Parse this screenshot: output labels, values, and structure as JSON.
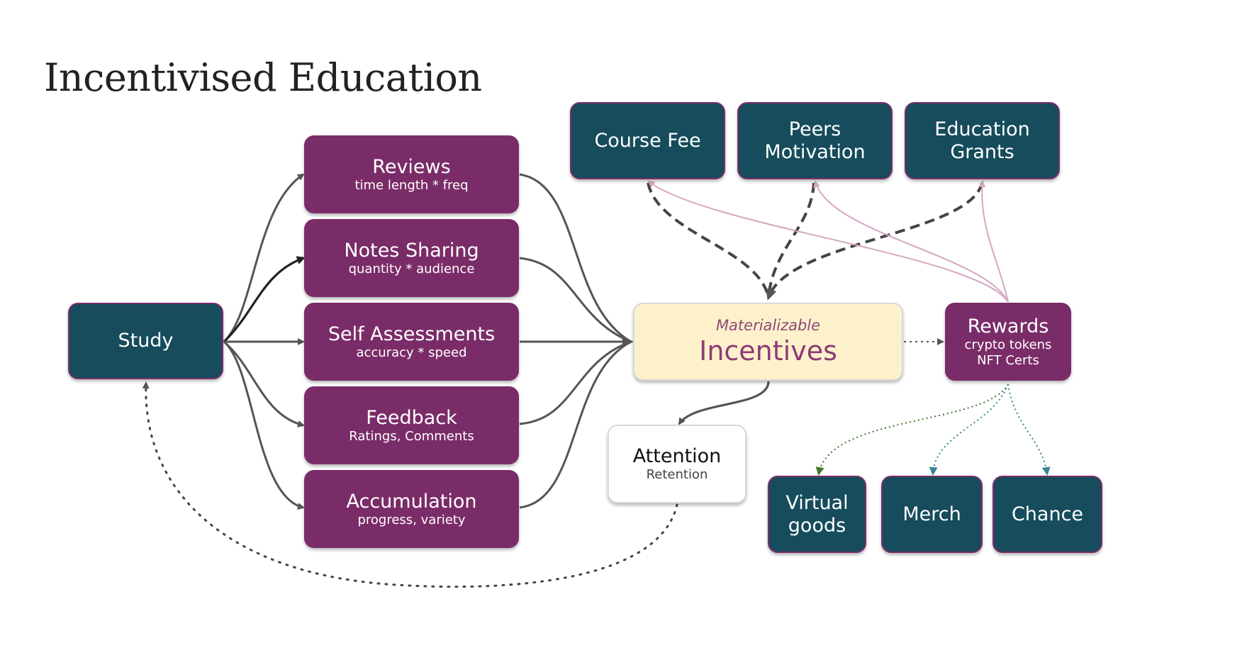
{
  "title": "Incentivised Education",
  "nodes": {
    "study": {
      "label": "Study"
    },
    "reviews": {
      "label": "Reviews",
      "sub": "time length * freq"
    },
    "notes": {
      "label": "Notes Sharing",
      "sub": "quantity * audience"
    },
    "self": {
      "label": "Self Assessments",
      "sub": "accuracy * speed"
    },
    "feedback": {
      "label": "Feedback",
      "sub": "Ratings, Comments"
    },
    "accum": {
      "label": "Accumulation",
      "sub": "progress, variety"
    },
    "incentives": {
      "pre": "Materializable",
      "label": "Incentives"
    },
    "attention": {
      "label": "Attention",
      "sub": "Retention"
    },
    "course_fee": {
      "label": "Course Fee"
    },
    "peers": {
      "label": "Peers Motivation"
    },
    "grants": {
      "label": "Education Grants"
    },
    "rewards": {
      "label": "Rewards",
      "sub": "crypto tokens",
      "sub2": "NFT Certs"
    },
    "virtual": {
      "label": "Virtual goods"
    },
    "merch": {
      "label": "Merch"
    },
    "chance": {
      "label": "Chance"
    }
  },
  "colors": {
    "teal": "#164c5c",
    "purple": "#7a2c68",
    "incentives_fill": "#fdf1cc",
    "incentives_text": "#8e3a75",
    "edge": "#555555",
    "pink_edge": "#d4a6c2",
    "green_dotted": "#3d7a2a",
    "teal_dotted": "#3a8496"
  }
}
